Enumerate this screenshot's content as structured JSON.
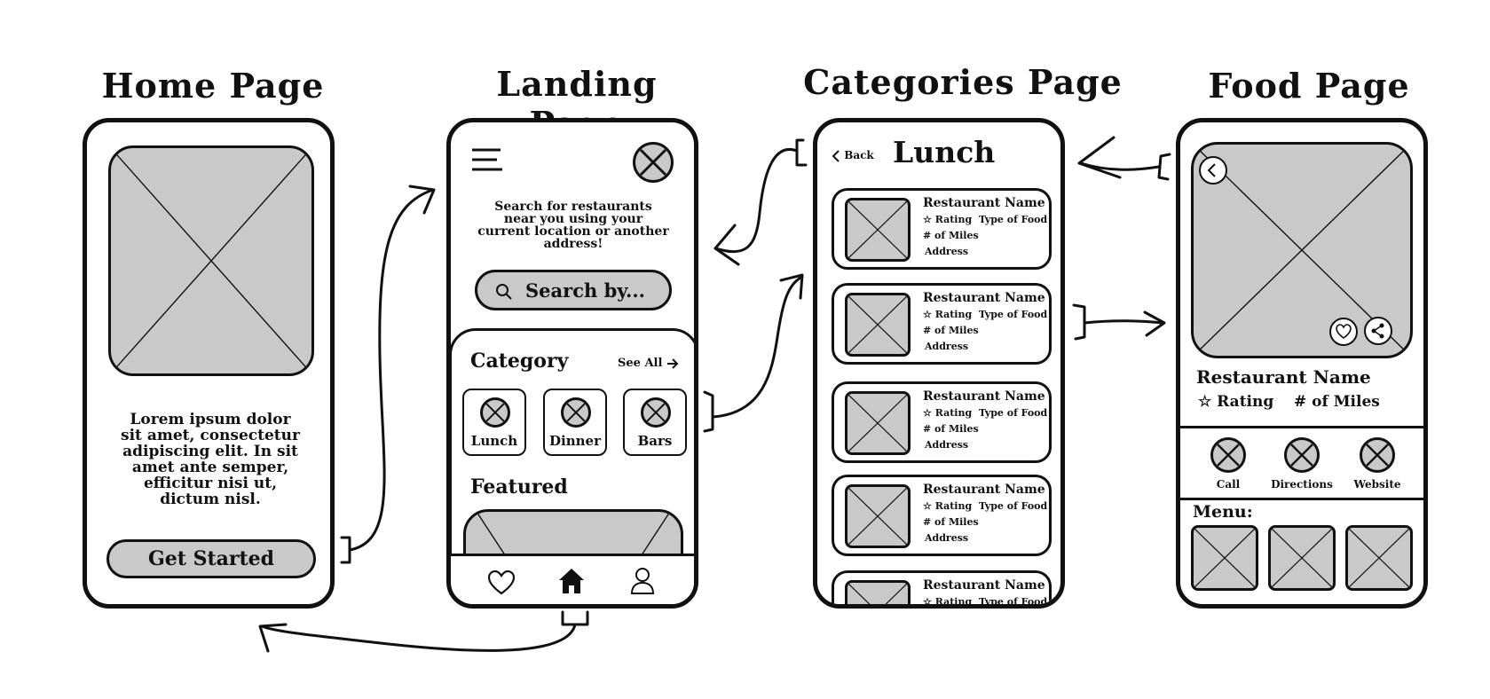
{
  "titles": {
    "home": "Home Page",
    "landing": "Landing Page",
    "categories": "Categories Page",
    "food": "Food Page"
  },
  "home": {
    "body": "Lorem ipsum dolor sit amet, consectetur adipiscing elit. In sit amet ante semper, efficitur nisi ut, dictum nisl.",
    "button": "Get Started"
  },
  "landing": {
    "intro": "Search for restaurants near you using your current location or another address!",
    "search_placeholder": "Search by...",
    "category_heading": "Category",
    "see_all": "See All",
    "categories": [
      "Lunch",
      "Dinner",
      "Bars"
    ],
    "featured_heading": "Featured",
    "nav_icons": [
      "heart-icon",
      "home-icon",
      "user-icon"
    ]
  },
  "categories_page": {
    "back": "Back",
    "heading": "Lunch",
    "cards": [
      {
        "name": "Restaurant Name",
        "rating": "☆ Rating",
        "food_type": "Type of Food",
        "miles": "# of Miles",
        "address": "Address"
      },
      {
        "name": "Restaurant Name",
        "rating": "☆ Rating",
        "food_type": "Type of Food",
        "miles": "# of Miles",
        "address": "Address"
      },
      {
        "name": "Restaurant Name",
        "rating": "☆ Rating",
        "food_type": "Type of Food",
        "miles": "# of Miles",
        "address": "Address"
      },
      {
        "name": "Restaurant Name",
        "rating": "☆ Rating",
        "food_type": "Type of Food",
        "miles": "# of Miles",
        "address": "Address"
      },
      {
        "name": "Restaurant Name",
        "rating": "☆ Rating",
        "food_type": "Type of Food",
        "miles": "",
        "address": ""
      }
    ]
  },
  "food": {
    "restaurant_name": "Restaurant Name",
    "rating": "☆ Rating",
    "miles": "# of Miles",
    "actions": [
      "Call",
      "Directions",
      "Website"
    ],
    "menu_heading": "Menu:"
  }
}
